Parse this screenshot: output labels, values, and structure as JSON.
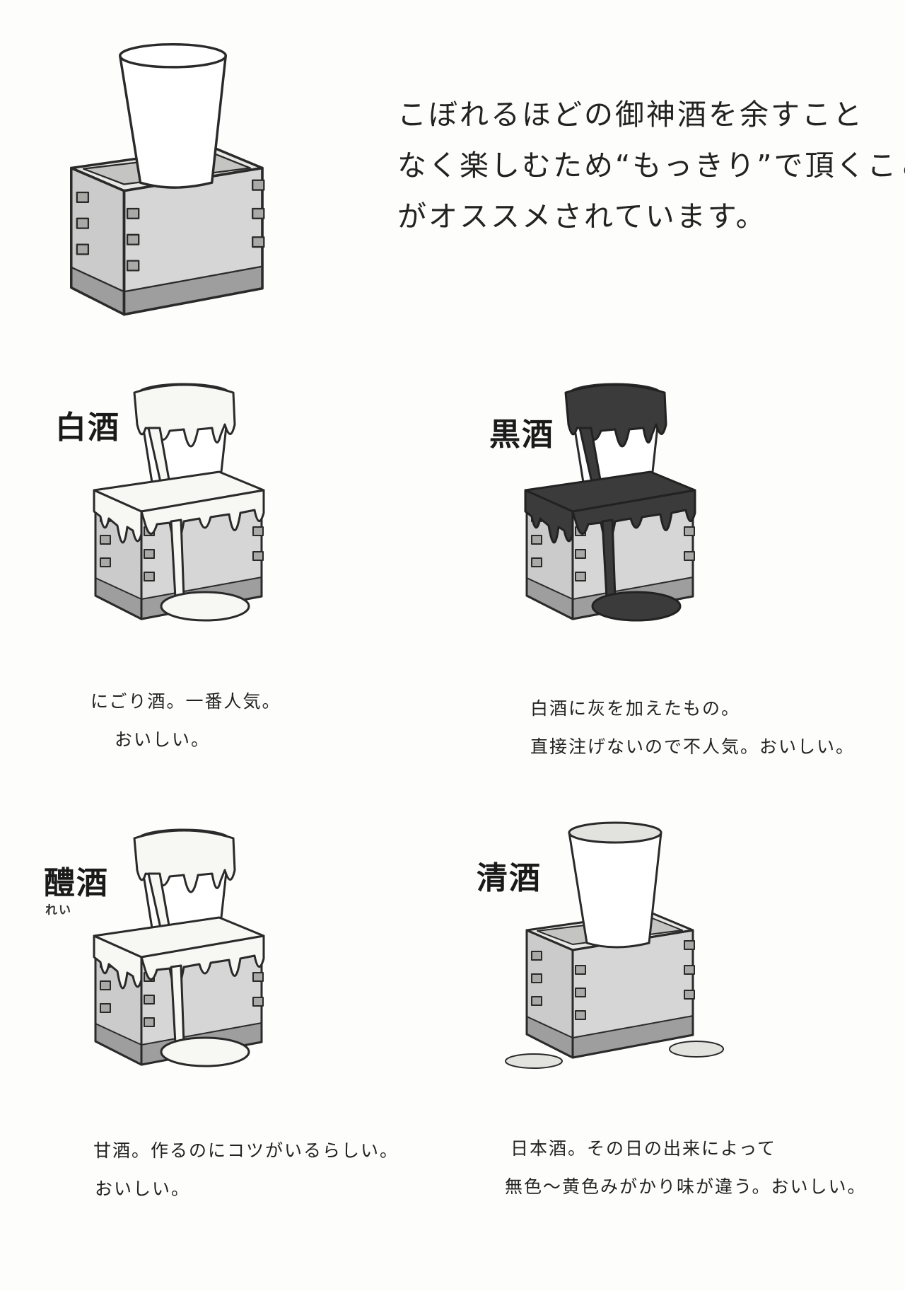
{
  "intro": {
    "lines": [
      "こぼれるほどの御神酒を余すこと",
      "なく楽しむため“もっきり”で頂くこと",
      "がオススメされています。"
    ]
  },
  "panels": [
    {
      "title": "白酒",
      "lines": [
        "にごり酒。一番人気。",
        "おいしい。"
      ]
    },
    {
      "title": "黒酒",
      "lines": [
        "白酒に灰を加えたもの。",
        "直接注げないので不人気。おいしい。"
      ]
    },
    {
      "title": "醴酒",
      "ruby": "れい",
      "lines": [
        "甘酒。作るのにコツがいるらしい。",
        "おいしい。"
      ]
    },
    {
      "title": "清酒",
      "lines": [
        "日本酒。その日の出来によって",
        "無色〜黄色みがかり味が違う。おいしい。"
      ]
    }
  ],
  "colors": {
    "box_face": "#d6d6d6",
    "box_side": "#cbcbcb",
    "box_base": "#9e9e9e",
    "white_sake": "#f7f7f4",
    "black_sake": "#3b3b3b",
    "clear_sake": "#e2e2df",
    "outline": "#2a2a2a"
  },
  "icons": [
    "masu-cup-icon",
    "white-sake-masu-icon",
    "black-sake-masu-icon",
    "rei-sake-masu-icon",
    "clear-sake-masu-icon"
  ]
}
